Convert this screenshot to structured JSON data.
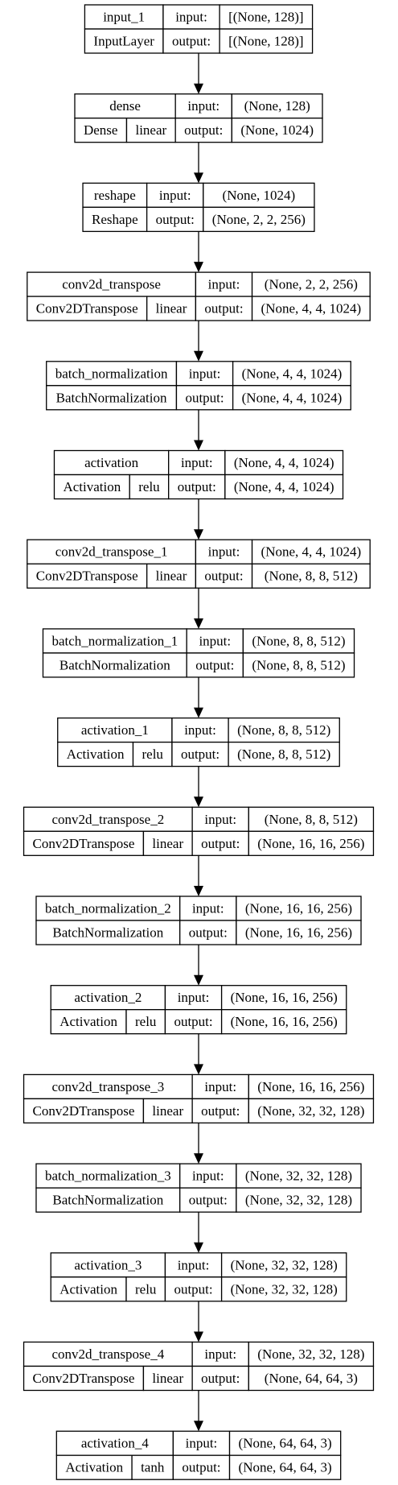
{
  "diagram": {
    "type": "keras-model-plot",
    "layers": [
      {
        "name": "input_1",
        "class": "InputLayer",
        "activation": "",
        "input": "[(None, 128)]",
        "output": "[(None, 128)]"
      },
      {
        "name": "dense",
        "class": "Dense",
        "activation": "linear",
        "input": "(None, 128)",
        "output": "(None, 1024)"
      },
      {
        "name": "reshape",
        "class": "Reshape",
        "activation": "",
        "input": "(None, 1024)",
        "output": "(None, 2, 2, 256)"
      },
      {
        "name": "conv2d_transpose",
        "class": "Conv2DTranspose",
        "activation": "linear",
        "input": "(None, 2, 2, 256)",
        "output": "(None, 4, 4, 1024)"
      },
      {
        "name": "batch_normalization",
        "class": "BatchNormalization",
        "activation": "",
        "input": "(None, 4, 4, 1024)",
        "output": "(None, 4, 4, 1024)"
      },
      {
        "name": "activation",
        "class": "Activation",
        "activation": "relu",
        "input": "(None, 4, 4, 1024)",
        "output": "(None, 4, 4, 1024)"
      },
      {
        "name": "conv2d_transpose_1",
        "class": "Conv2DTranspose",
        "activation": "linear",
        "input": "(None, 4, 4, 1024)",
        "output": "(None, 8, 8, 512)"
      },
      {
        "name": "batch_normalization_1",
        "class": "BatchNormalization",
        "activation": "",
        "input": "(None, 8, 8, 512)",
        "output": "(None, 8, 8, 512)"
      },
      {
        "name": "activation_1",
        "class": "Activation",
        "activation": "relu",
        "input": "(None, 8, 8, 512)",
        "output": "(None, 8, 8, 512)"
      },
      {
        "name": "conv2d_transpose_2",
        "class": "Conv2DTranspose",
        "activation": "linear",
        "input": "(None, 8, 8, 512)",
        "output": "(None, 16, 16, 256)"
      },
      {
        "name": "batch_normalization_2",
        "class": "BatchNormalization",
        "activation": "",
        "input": "(None, 16, 16, 256)",
        "output": "(None, 16, 16, 256)"
      },
      {
        "name": "activation_2",
        "class": "Activation",
        "activation": "relu",
        "input": "(None, 16, 16, 256)",
        "output": "(None, 16, 16, 256)"
      },
      {
        "name": "conv2d_transpose_3",
        "class": "Conv2DTranspose",
        "activation": "linear",
        "input": "(None, 16, 16, 256)",
        "output": "(None, 32, 32, 128)"
      },
      {
        "name": "batch_normalization_3",
        "class": "BatchNormalization",
        "activation": "",
        "input": "(None, 32, 32, 128)",
        "output": "(None, 32, 32, 128)"
      },
      {
        "name": "activation_3",
        "class": "Activation",
        "activation": "relu",
        "input": "(None, 32, 32, 128)",
        "output": "(None, 32, 32, 128)"
      },
      {
        "name": "conv2d_transpose_4",
        "class": "Conv2DTranspose",
        "activation": "linear",
        "input": "(None, 32, 32, 128)",
        "output": "(None, 64, 64, 3)"
      },
      {
        "name": "activation_4",
        "class": "Activation",
        "activation": "tanh",
        "input": "(None, 64, 64, 3)",
        "output": "(None, 64, 64, 3)"
      }
    ],
    "port_labels": {
      "input": "input:",
      "output": "output:"
    }
  }
}
